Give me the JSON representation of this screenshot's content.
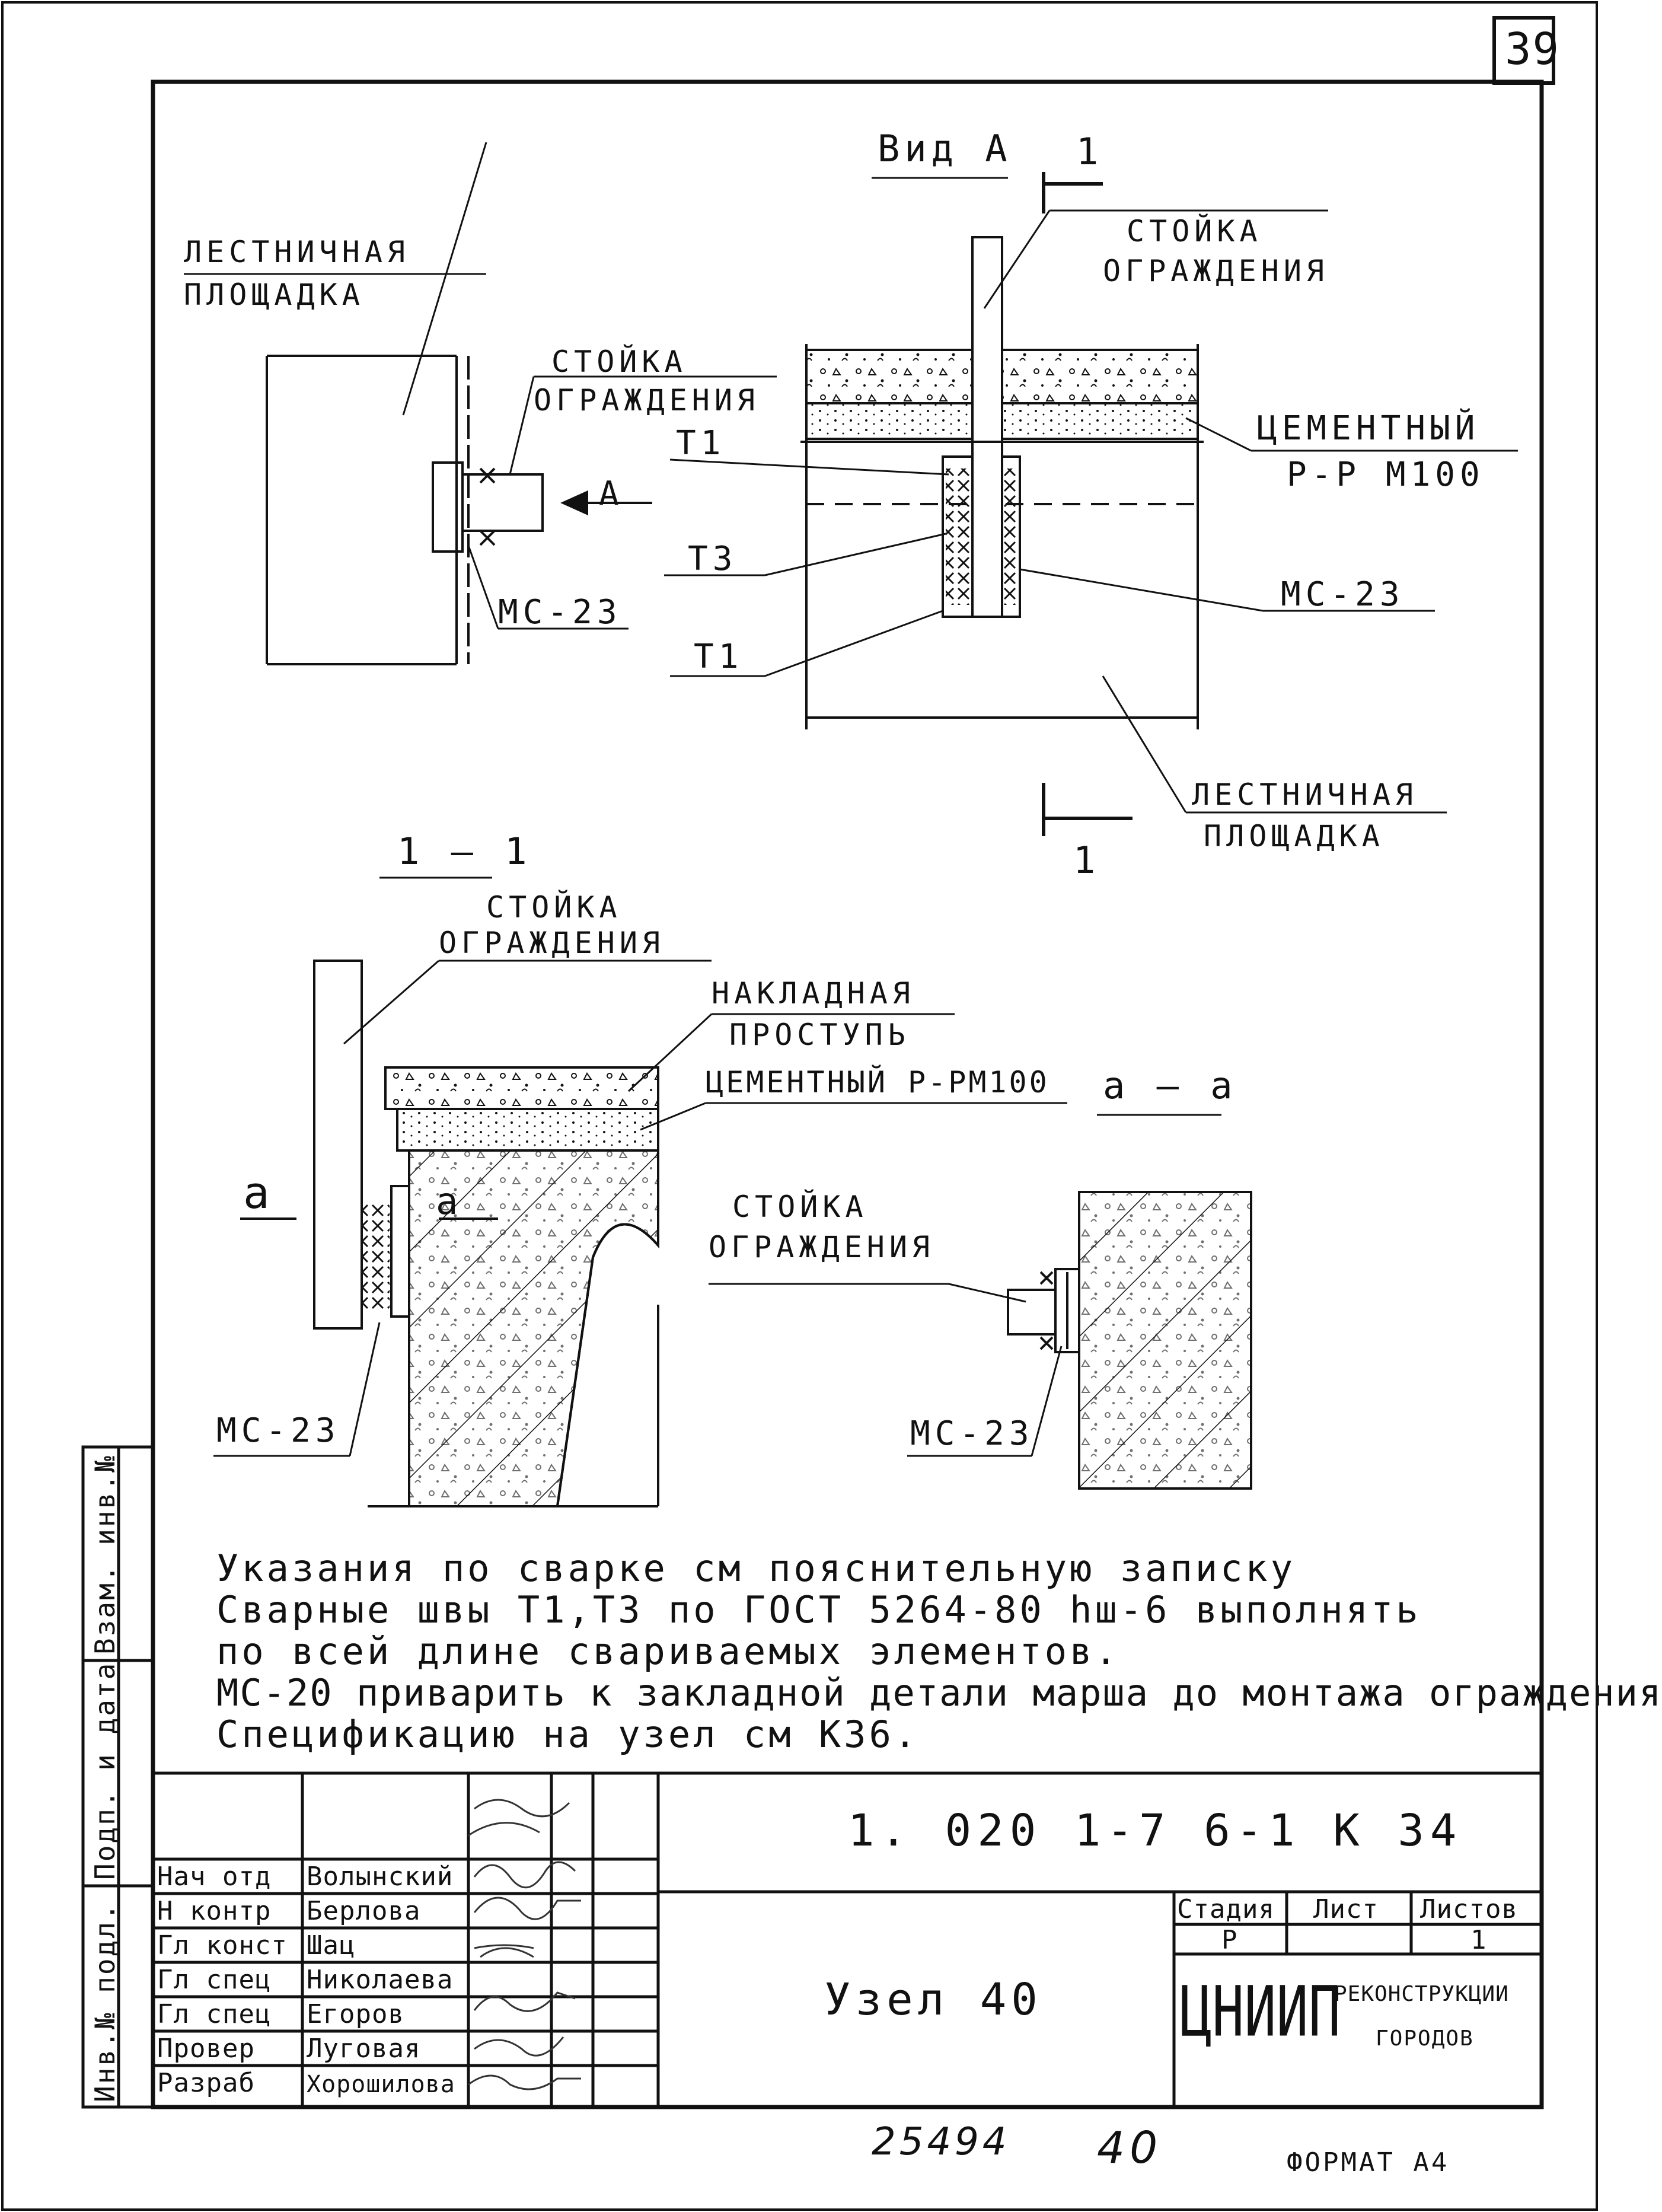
{
  "sheet_number": "39",
  "views": {
    "left": {
      "landing": [
        "ЛЕСТНИЧНАЯ",
        "ПЛОЩАДКА"
      ],
      "post": [
        "СТОЙКА",
        "ОГРАЖДЕНИЯ"
      ],
      "arrow_label": "А",
      "part": "МС-23"
    },
    "view_a": {
      "title": "Вид А",
      "cut_mark": "1",
      "post": [
        "СТОЙКА",
        "ОГРАЖДЕНИЯ"
      ],
      "mortar": [
        "ЦЕМЕНТНЫЙ",
        "Р-Р М100"
      ],
      "weld_top": "Т1",
      "weld_mid": "Т3",
      "weld_bottom": "Т1",
      "part": "МС-23",
      "landing": [
        "ЛЕСТНИЧНАЯ",
        "ПЛОЩАДКА"
      ]
    },
    "section_1_1": {
      "title": "1 — 1",
      "post": [
        "СТОЙКА",
        "ОГРАЖДЕНИЯ"
      ],
      "tread": [
        "НАКЛАДНАЯ",
        "ПРОСТУПЬ"
      ],
      "mortar": "ЦЕМЕНТНЫЙ Р-РМ100",
      "mark_a": "а",
      "part": "МС-23"
    },
    "section_a_a": {
      "title": "а — а",
      "post": [
        "СТОЙКА",
        "ОГРАЖДЕНИЯ"
      ],
      "part": "МС-23"
    }
  },
  "notes": [
    "Указания по сварке см пояснительную записку",
    "Сварные швы Т1,Т3 по ГОСТ 5264-80 hш-6 выполнять",
    "по всей длине свариваемых элементов.",
    "МС-20 приварить к закладной детали марша до монтажа ограждения",
    "Спецификацию на узел см К36."
  ],
  "left_strip": [
    "Инв.№ подл.",
    "Подп. и дата",
    "Взам. инв.№"
  ],
  "title_block": {
    "doc_code": "1. 020 1-7 6-1 К 34",
    "rows": [
      {
        "role": "Нач отд",
        "name": "Волынский"
      },
      {
        "role": "Н контр",
        "name": "Берлова"
      },
      {
        "role": "Гл конст",
        "name": "Шац"
      },
      {
        "role": "Гл спец",
        "name": "Николаева"
      },
      {
        "role": "Гл спец",
        "name": "Егоров"
      },
      {
        "role": "Провер",
        "name": "Луговая"
      },
      {
        "role": "Разраб",
        "name": "Хорошилова"
      }
    ],
    "title": "Узел 40",
    "stage_header": "Стадия",
    "sheet_header": "Лист",
    "sheets_header": "Листов",
    "stage": "Р",
    "sheets": "1",
    "org_logo": "ЦНИИП",
    "org_text": [
      "РЕКОНСТРУКЦИИ",
      "ГОРОДОВ"
    ]
  },
  "bottom": {
    "inventory": "25494",
    "page": "40",
    "format": "ФОРМАТ А4"
  }
}
